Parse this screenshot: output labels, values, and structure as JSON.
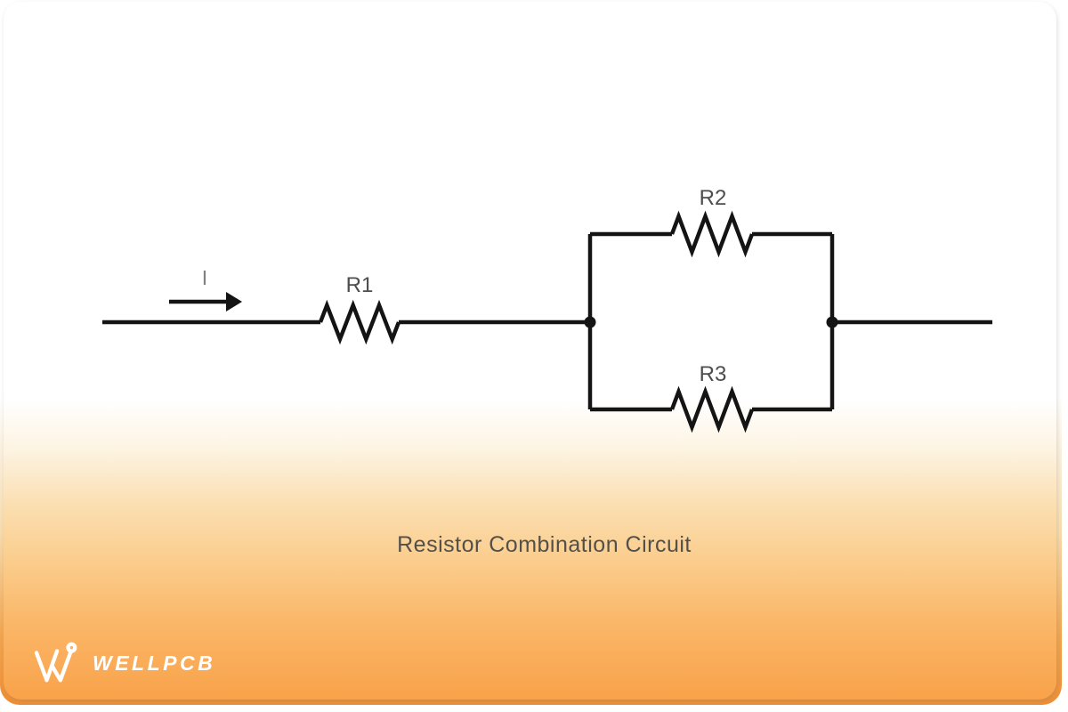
{
  "caption": {
    "text": "Resistor Combination Circuit"
  },
  "circuit": {
    "current_label": "I",
    "resistor_labels": {
      "r1": "R1",
      "r2": "R2",
      "r3": "R3"
    }
  },
  "footer": {
    "brand": "WELLPCB"
  },
  "colors": {
    "wire": "#141414",
    "resistor_label": "#4d4d4d",
    "current_label": "#7f7f7f",
    "caption": "#53504a",
    "card_orange_bottom": "#f9a24a",
    "backing_orange": "#ee8f35",
    "logo": "#ffffff"
  }
}
